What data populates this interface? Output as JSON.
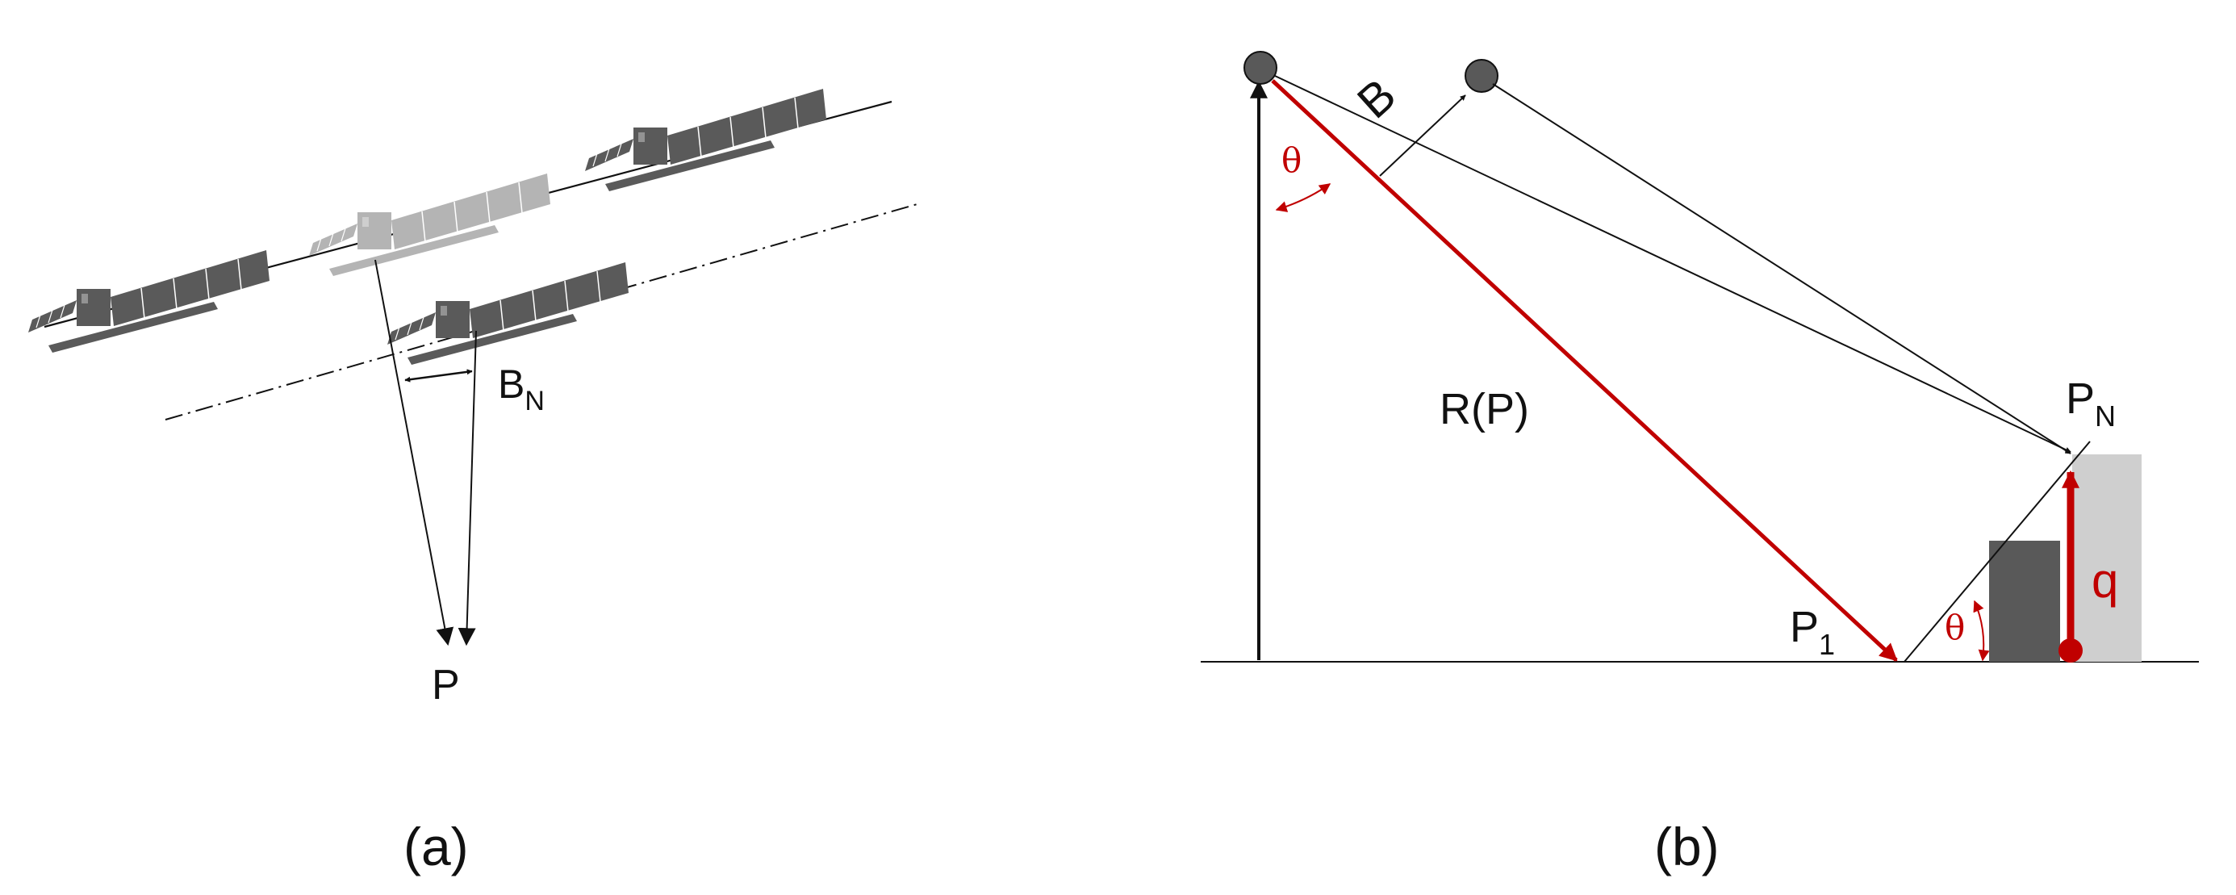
{
  "panels": {
    "a": {
      "caption": "(a)",
      "labels": {
        "baseline": "B",
        "baseline_sub": "N",
        "point": "P"
      }
    },
    "b": {
      "caption": "(b)",
      "labels": {
        "baseline": "B",
        "range": "R(P)",
        "p1": "P",
        "p1_sub": "1",
        "pn": "P",
        "pn_sub": "N",
        "height": "q",
        "look_angle_top": "θ",
        "look_angle_bottom": "θ"
      }
    }
  },
  "colors": {
    "ink": "#111111",
    "red": "#c00000",
    "satellite_dark": "#5a5a5a",
    "satellite_light": "#b4b4b4",
    "building_dark": "#595959",
    "building_light": "#cfcfcf"
  }
}
